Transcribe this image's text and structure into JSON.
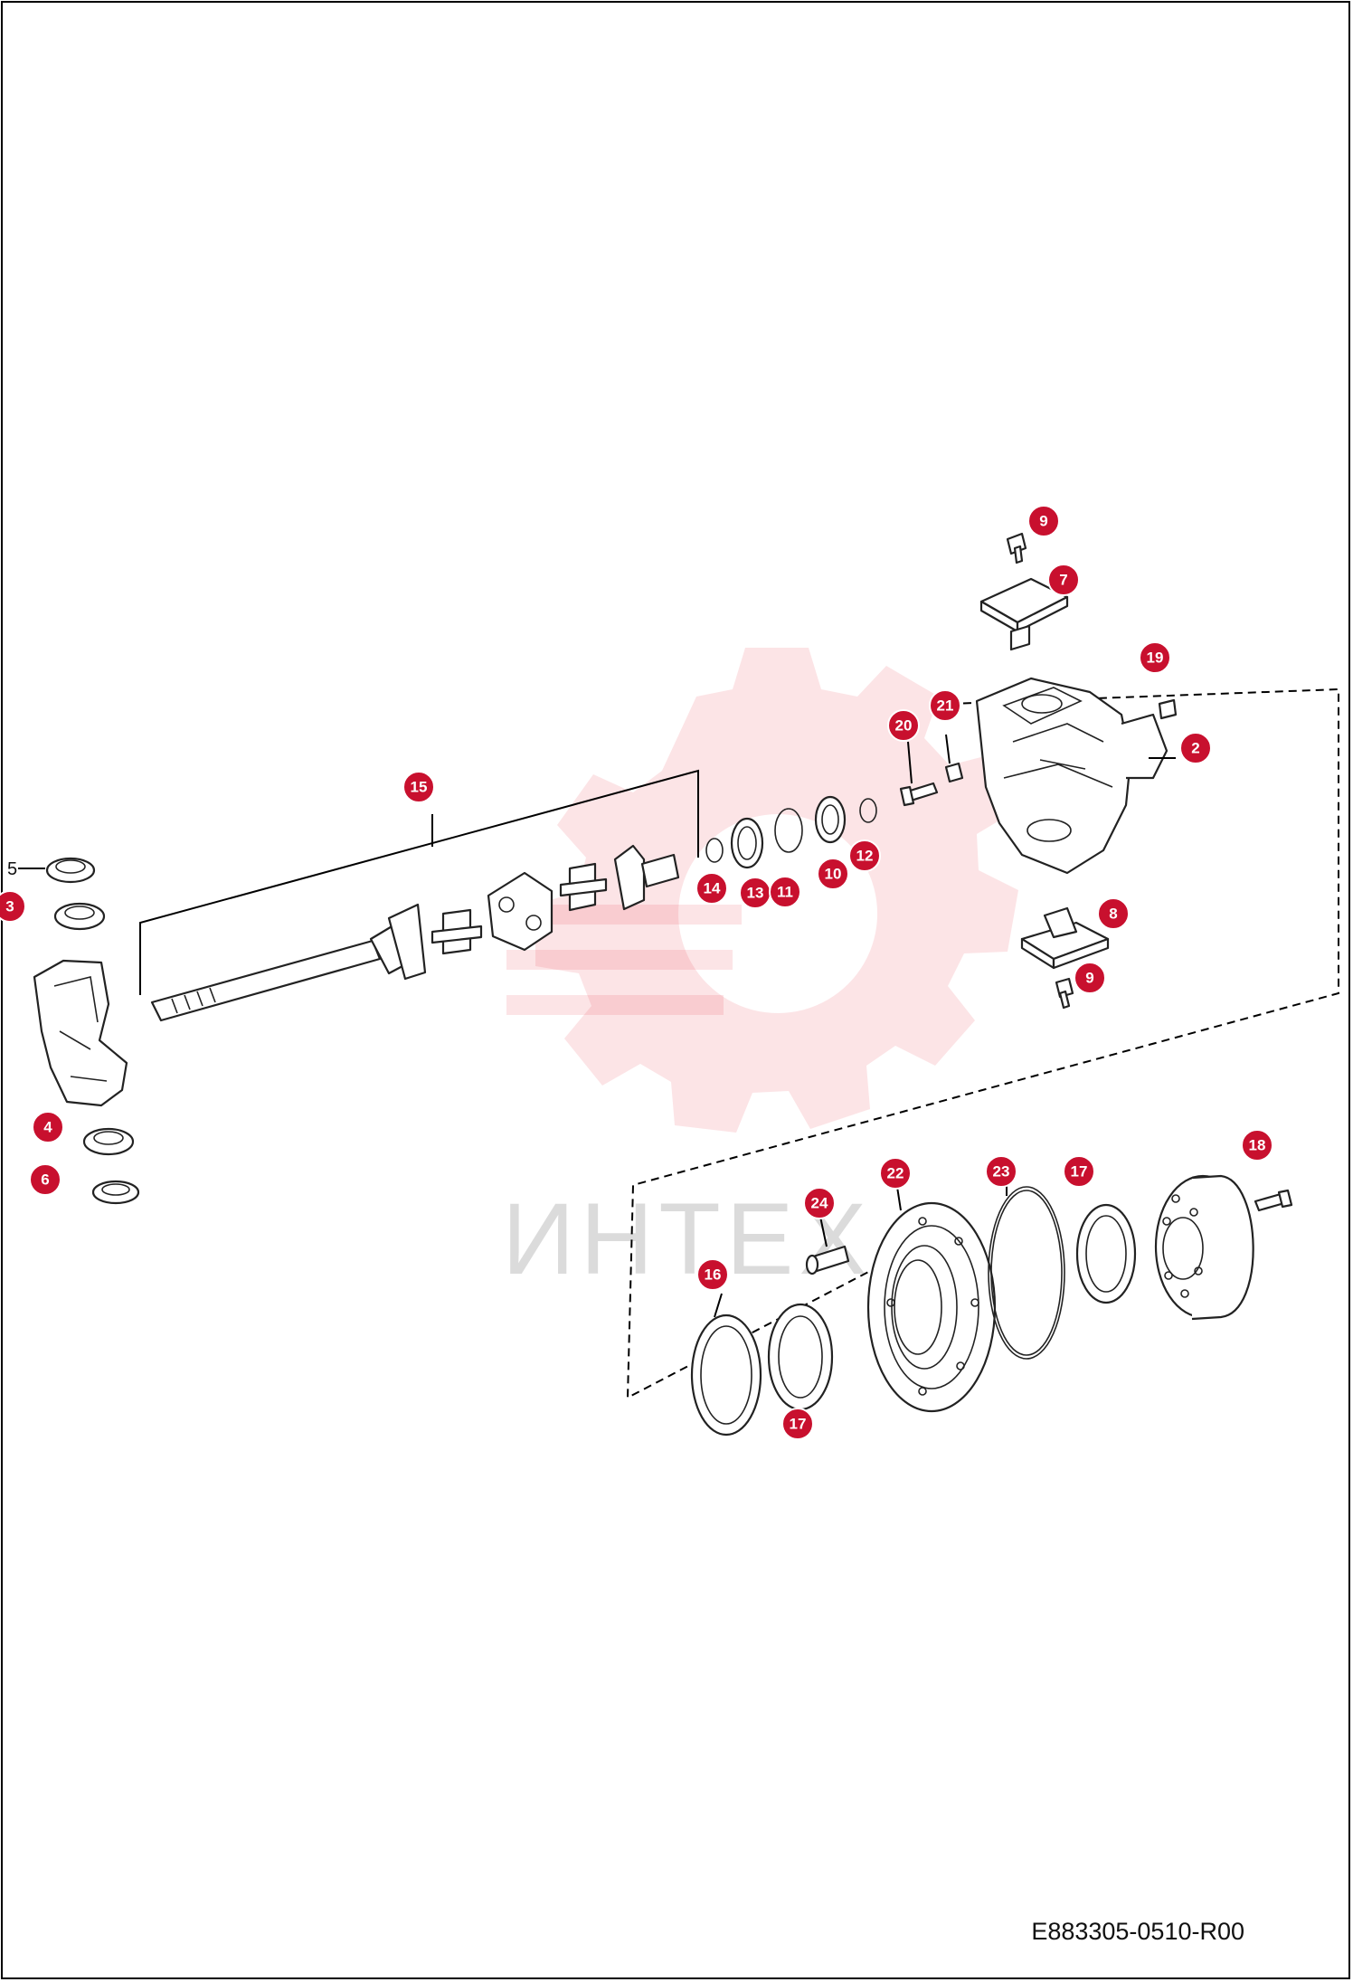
{
  "watermark": {
    "text": "ИНТЕХ",
    "color": "#e8303a"
  },
  "doc_code": "E883305-0510-R00",
  "callout_color": "#c8102e",
  "callouts": [
    {
      "id": "9",
      "label": "9"
    },
    {
      "id": "7",
      "label": "7"
    },
    {
      "id": "19",
      "label": "19"
    },
    {
      "id": "21",
      "label": "21"
    },
    {
      "id": "20",
      "label": "20"
    },
    {
      "id": "2",
      "label": "2"
    },
    {
      "id": "15",
      "label": "15"
    },
    {
      "id": "12",
      "label": "12"
    },
    {
      "id": "14",
      "label": "14"
    },
    {
      "id": "13",
      "label": "13"
    },
    {
      "id": "11",
      "label": "11"
    },
    {
      "id": "10",
      "label": "10"
    },
    {
      "id": "3",
      "label": "3"
    },
    {
      "id": "8",
      "label": "8"
    },
    {
      "id": "9b",
      "label": "9"
    },
    {
      "id": "4",
      "label": "4"
    },
    {
      "id": "6",
      "label": "6"
    },
    {
      "id": "18",
      "label": "18"
    },
    {
      "id": "22",
      "label": "22"
    },
    {
      "id": "23",
      "label": "23"
    },
    {
      "id": "17",
      "label": "17"
    },
    {
      "id": "24",
      "label": "24"
    },
    {
      "id": "16",
      "label": "16"
    },
    {
      "id": "17b",
      "label": "17"
    }
  ],
  "plain_labels": [
    {
      "id": "5",
      "label": "5"
    }
  ]
}
